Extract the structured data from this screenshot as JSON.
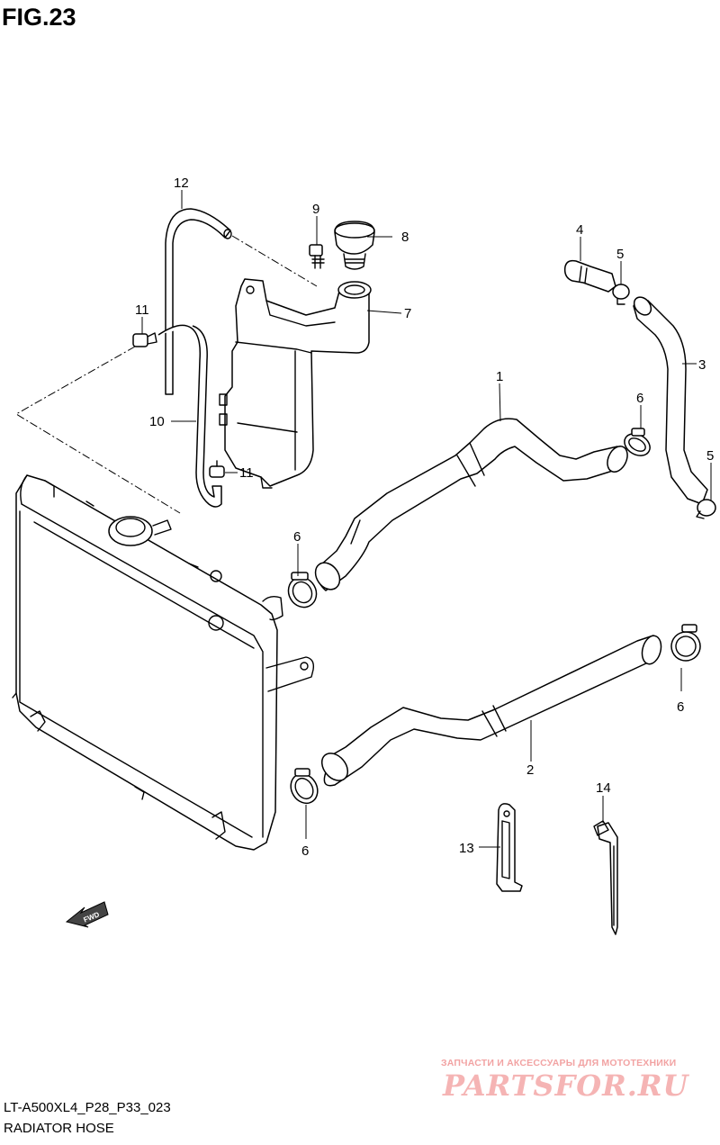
{
  "figure": {
    "title": "FIG.23"
  },
  "footer": {
    "code": "LT-A500XL4_P28_P33_023",
    "title": "RADIATOR HOSE"
  },
  "watermark": {
    "tagline": "ЗАПЧАСТИ И АКСЕССУАРЫ ДЛЯ МОТОТЕХНИКИ",
    "logo": "PARTSFOR.RU",
    "color": "#f5b4b4"
  },
  "fwd_label": "FWD",
  "callouts": {
    "c1": "1",
    "c2": "2",
    "c3": "3",
    "c4": "4",
    "c5a": "5",
    "c5b": "5",
    "c6a": "6",
    "c6b": "6",
    "c6c": "6",
    "c6d": "6",
    "c7": "7",
    "c8": "8",
    "c9": "9",
    "c10": "10",
    "c11a": "11",
    "c11b": "11",
    "c12": "12",
    "c13": "13",
    "c14": "14"
  }
}
